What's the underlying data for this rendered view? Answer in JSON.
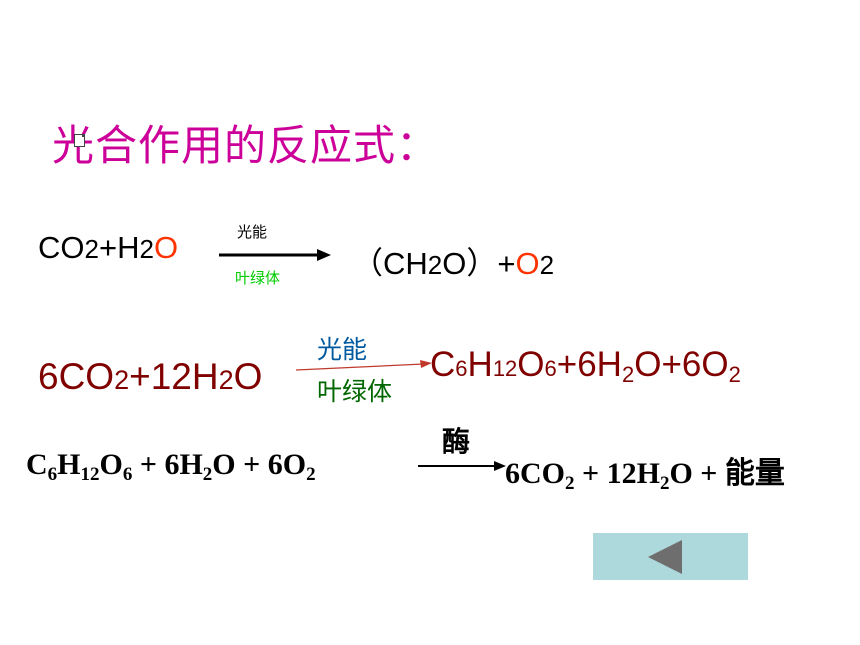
{
  "title": "光合作用的反应式：",
  "eq1": {
    "left": [
      "CO",
      "2",
      "+H",
      "2",
      "O"
    ],
    "above": "光能",
    "below": "叶绿体",
    "right": [
      "（CH",
      "2",
      "O）+",
      "O",
      "2"
    ]
  },
  "eq2": {
    "left": [
      "6CO",
      "2",
      "+12H",
      "2",
      "O"
    ],
    "above": "光能",
    "below": "叶绿体",
    "right": [
      "C",
      "6",
      "H",
      "12",
      "O",
      "6",
      "+6H",
      "2",
      "O+6O",
      "2"
    ]
  },
  "eq3": {
    "left": [
      "C",
      "6",
      "H",
      "12",
      "O",
      "6",
      " + 6H",
      "2",
      "O + 6O",
      "2"
    ],
    "above": "酶",
    "right": [
      "6CO",
      "2",
      " + 12H",
      "2",
      "O + "
    ],
    "energy": "能量"
  },
  "nav": {
    "back_icon": "triangle-left-icon",
    "back_color": "#add8dc",
    "icon_color": "#6e6e6e"
  }
}
